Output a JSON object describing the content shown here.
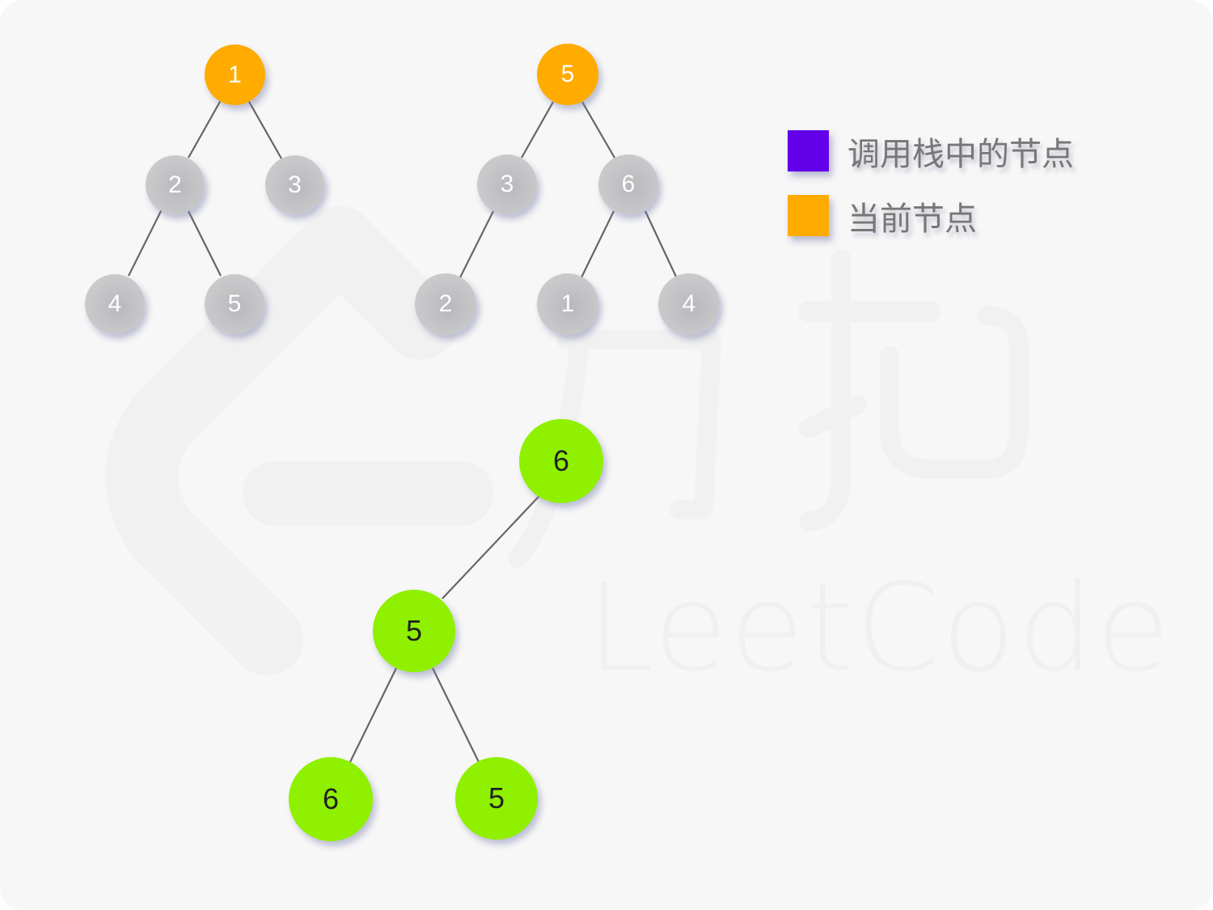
{
  "colors": {
    "background": "#f7f7f7",
    "gray_node": "#c5c5c7",
    "current_node": "#ffab00",
    "call_stack_node": "#6200ea",
    "result_node": "#8ff000",
    "edge": "#666666"
  },
  "watermark": {
    "logo_text": "力扣",
    "brand_text": "LeetCode"
  },
  "legend": [
    {
      "label": "调用栈中的节点",
      "color": "#6200ea"
    },
    {
      "label": "当前节点",
      "color": "#ffab00"
    }
  ],
  "trees": {
    "tree_a": {
      "nodes": [
        {
          "value": "1",
          "state": "current"
        },
        {
          "value": "2",
          "state": "default"
        },
        {
          "value": "3",
          "state": "default"
        },
        {
          "value": "4",
          "state": "default"
        },
        {
          "value": "5",
          "state": "default"
        }
      ],
      "edges": [
        [
          "1",
          "2"
        ],
        [
          "1",
          "3"
        ],
        [
          "2",
          "4"
        ],
        [
          "2",
          "5"
        ]
      ]
    },
    "tree_b": {
      "nodes": [
        {
          "value": "5",
          "state": "current"
        },
        {
          "value": "3",
          "state": "default"
        },
        {
          "value": "6",
          "state": "default"
        },
        {
          "value": "2",
          "state": "default"
        },
        {
          "value": "1",
          "state": "default"
        },
        {
          "value": "4",
          "state": "default"
        }
      ],
      "edges": [
        [
          "5",
          "3"
        ],
        [
          "5",
          "6"
        ],
        [
          "3",
          "2"
        ],
        [
          "6",
          "1"
        ],
        [
          "6",
          "4"
        ]
      ]
    },
    "result_tree": {
      "nodes": [
        {
          "value": "6",
          "state": "result"
        },
        {
          "value": "5",
          "state": "result"
        },
        {
          "value": "6",
          "state": "result"
        },
        {
          "value": "5",
          "state": "result"
        }
      ],
      "edges": [
        [
          "6",
          "5"
        ],
        [
          "5",
          "6"
        ],
        [
          "5",
          "5"
        ]
      ]
    }
  }
}
